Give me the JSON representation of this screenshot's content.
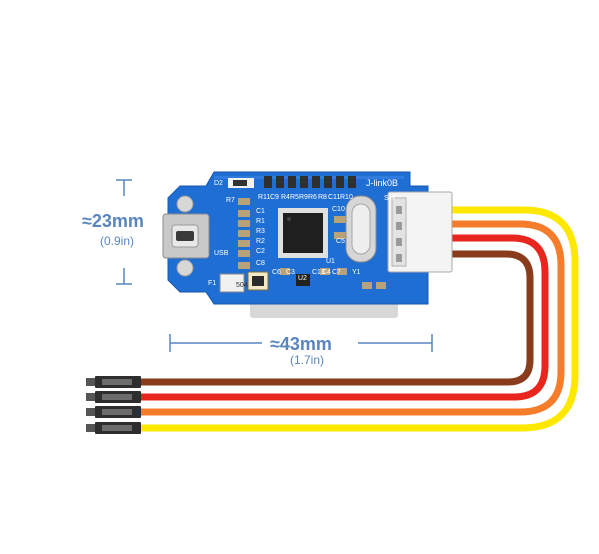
{
  "dimensions": {
    "height_main": "≈23mm",
    "height_sub": "(0.9in)",
    "width_main": "≈43mm",
    "width_sub": "(1.7in)"
  },
  "board": {
    "silkscreen_name": "J-link0B",
    "labels": [
      "D2",
      "R7",
      "R11",
      "C9",
      "R4",
      "R5",
      "R9",
      "R6",
      "R8",
      "C11",
      "R10",
      "C10",
      "C1",
      "R1",
      "R3",
      "R2",
      "C2",
      "C3",
      "C5",
      "C6",
      "C8",
      "C13",
      "C4",
      "C7",
      "U1",
      "U2",
      "Y1",
      "F1",
      "USB",
      "SW"
    ],
    "fuse_marking": "504"
  },
  "colors": {
    "pcb_blue": "#1f6ed4",
    "dimension_blue": "#5a86c0",
    "wire_yellow": "#ffe800",
    "wire_orange": "#f57c2a",
    "wire_red": "#e8261e",
    "wire_brown": "#8a3b1c"
  },
  "icons": [
    "micro-usb-connector-icon",
    "mcu-chip-icon",
    "crystal-oscillator-icon",
    "jst-connector-icon",
    "dupont-pin-icon"
  ]
}
